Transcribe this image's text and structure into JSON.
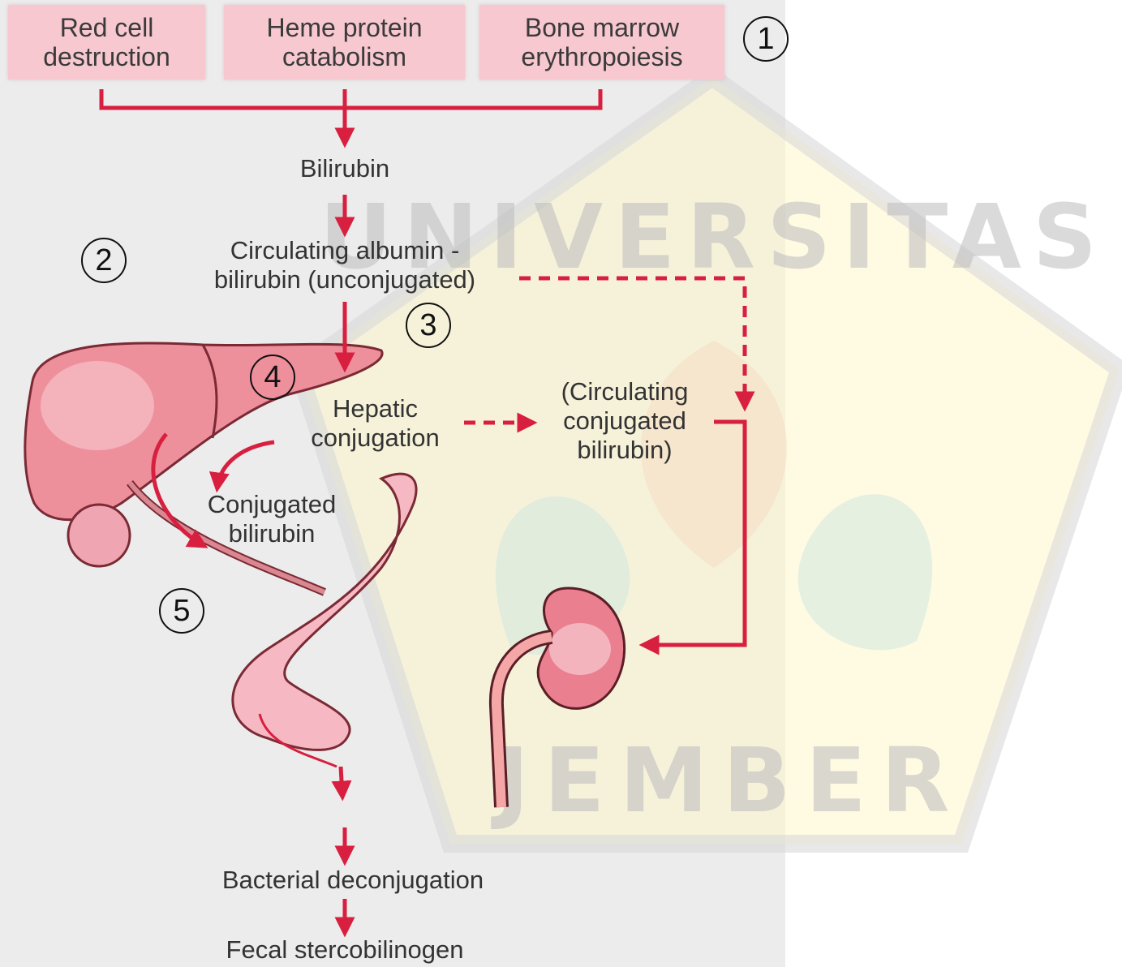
{
  "sources": [
    {
      "label": "Red cell\ndestruction"
    },
    {
      "label": "Heme protein\ncatabolism"
    },
    {
      "label": "Bone marrow\nerythropoiesis"
    }
  ],
  "nodes": {
    "bilirubin": "Bilirubin",
    "albumin": "Circulating albumin -\nbilirubin (unconjugated)",
    "hepatic": "Hepatic\nconjugation",
    "circulating_conjugated": "(Circulating\nconjugated\nbilirubin)",
    "conjugated": "Conjugated\nbilirubin",
    "deconjugation": "Bacterial deconjugation",
    "fecal": "Fecal stercobilinogen"
  },
  "markers": [
    "1",
    "2",
    "3",
    "4",
    "5"
  ],
  "watermark": {
    "top_text": "UNIVERSITAS",
    "bottom_text": "JEMBER"
  },
  "colors": {
    "arrow": "#d81f3f",
    "box": "#f7c8d0",
    "liver": "#ee8f9c",
    "panel": "#ececec"
  }
}
